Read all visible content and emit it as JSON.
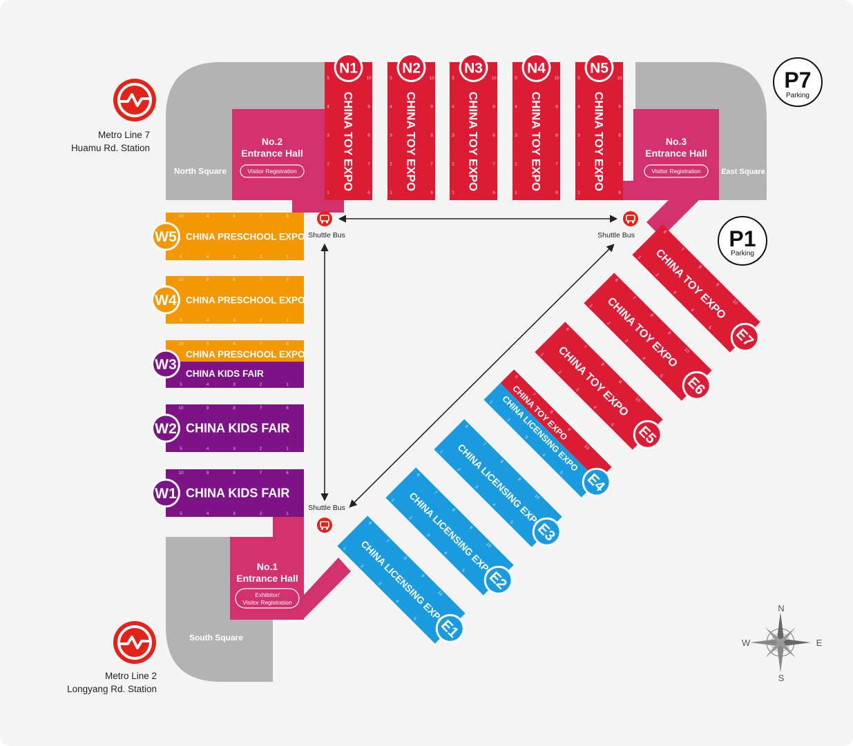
{
  "colors": {
    "background": "#f4f4f5",
    "square_gray": "#b3b3b3",
    "entrance_pink": "#d3306e",
    "toy_red": "#dc1b34",
    "preschool_orange": "#f39800",
    "kids_purple": "#7e1387",
    "licensing_blue": "#1a9be0",
    "metro_red": "#e2231a"
  },
  "metro": [
    {
      "icon": "metro-logo-icon",
      "line": "Metro Line 7",
      "station": "Huamu Rd.  Station"
    },
    {
      "icon": "metro-logo-icon",
      "line": "Metro Line 2",
      "station": "Longyang  Rd.  Station"
    }
  ],
  "squares": {
    "north": "North Square",
    "east": "East Square",
    "south": "South Square"
  },
  "entrances": {
    "no2": {
      "line1": "No.2",
      "line2": "Entrance Hall",
      "badge": "Visitor Registration"
    },
    "no3": {
      "line1": "No.3",
      "line2": "Entrance Hall",
      "badge": "Visitor Registration"
    },
    "no1": {
      "line1": "No.1",
      "line2": "Entrance Hall",
      "badge_line1": "Exhibitor/",
      "badge_line2": "Visitor Registration"
    }
  },
  "parking": [
    {
      "code": "P7",
      "label": "Parking"
    },
    {
      "code": "P1",
      "label": "Parking"
    }
  ],
  "shuttle": {
    "label": "Shuttle Bus",
    "icon": "shuttle-bus-icon"
  },
  "north_halls": [
    {
      "code": "N1",
      "expo": "CHINA TOY EXPO"
    },
    {
      "code": "N2",
      "expo": "CHINA TOY EXPO"
    },
    {
      "code": "N3",
      "expo": "CHINA TOY EXPO"
    },
    {
      "code": "N4",
      "expo": "CHINA TOY EXPO"
    },
    {
      "code": "N5",
      "expo": "CHINA TOY EXPO"
    }
  ],
  "north_hall_numbers": {
    "left": [
      "5",
      "4",
      "3",
      "2",
      "1"
    ],
    "right": [
      "10",
      "9",
      "8",
      "7",
      "6"
    ]
  },
  "west_halls": [
    {
      "code": "W5",
      "expos": [
        "CHINA PRESCHOOL EXPO"
      ]
    },
    {
      "code": "W4",
      "expos": [
        "CHINA PRESCHOOL EXPO"
      ]
    },
    {
      "code": "W3",
      "expos": [
        "CHINA PRESCHOOL EXPO",
        "CHINA KIDS FAIR"
      ]
    },
    {
      "code": "W2",
      "expos": [
        "CHINA KIDS FAIR"
      ]
    },
    {
      "code": "W1",
      "expos": [
        "CHINA KIDS FAIR"
      ]
    }
  ],
  "west_hall_numbers": {
    "top": [
      "10",
      "9",
      "8",
      "7",
      "6"
    ],
    "bottom": [
      "5",
      "4",
      "3",
      "2",
      "1"
    ]
  },
  "east_halls": [
    {
      "code": "E7",
      "expos": [
        "CHINA TOY EXPO"
      ]
    },
    {
      "code": "E6",
      "expos": [
        "CHINA TOY EXPO"
      ]
    },
    {
      "code": "E5",
      "expos": [
        "CHINA TOY EXPO"
      ]
    },
    {
      "code": "E4",
      "expos": [
        "CHINA TOY EXPO",
        "CHINA LICENSING EXPO"
      ]
    },
    {
      "code": "E3",
      "expos": [
        "CHINA LICENSING EXPO"
      ]
    },
    {
      "code": "E2",
      "expos": [
        "CHINA LICENSING EXPO"
      ]
    },
    {
      "code": "E1",
      "expos": [
        "CHINA LICENSING EXPO"
      ]
    }
  ],
  "east_hall_numbers": {
    "top": [
      "6",
      "7",
      "8",
      "9",
      "10"
    ],
    "bottom": [
      "1",
      "2",
      "3",
      "4",
      "5"
    ]
  },
  "compass": {
    "n": "N",
    "s": "S",
    "w": "W",
    "e": "E",
    "icon": "compass-rose-icon"
  }
}
